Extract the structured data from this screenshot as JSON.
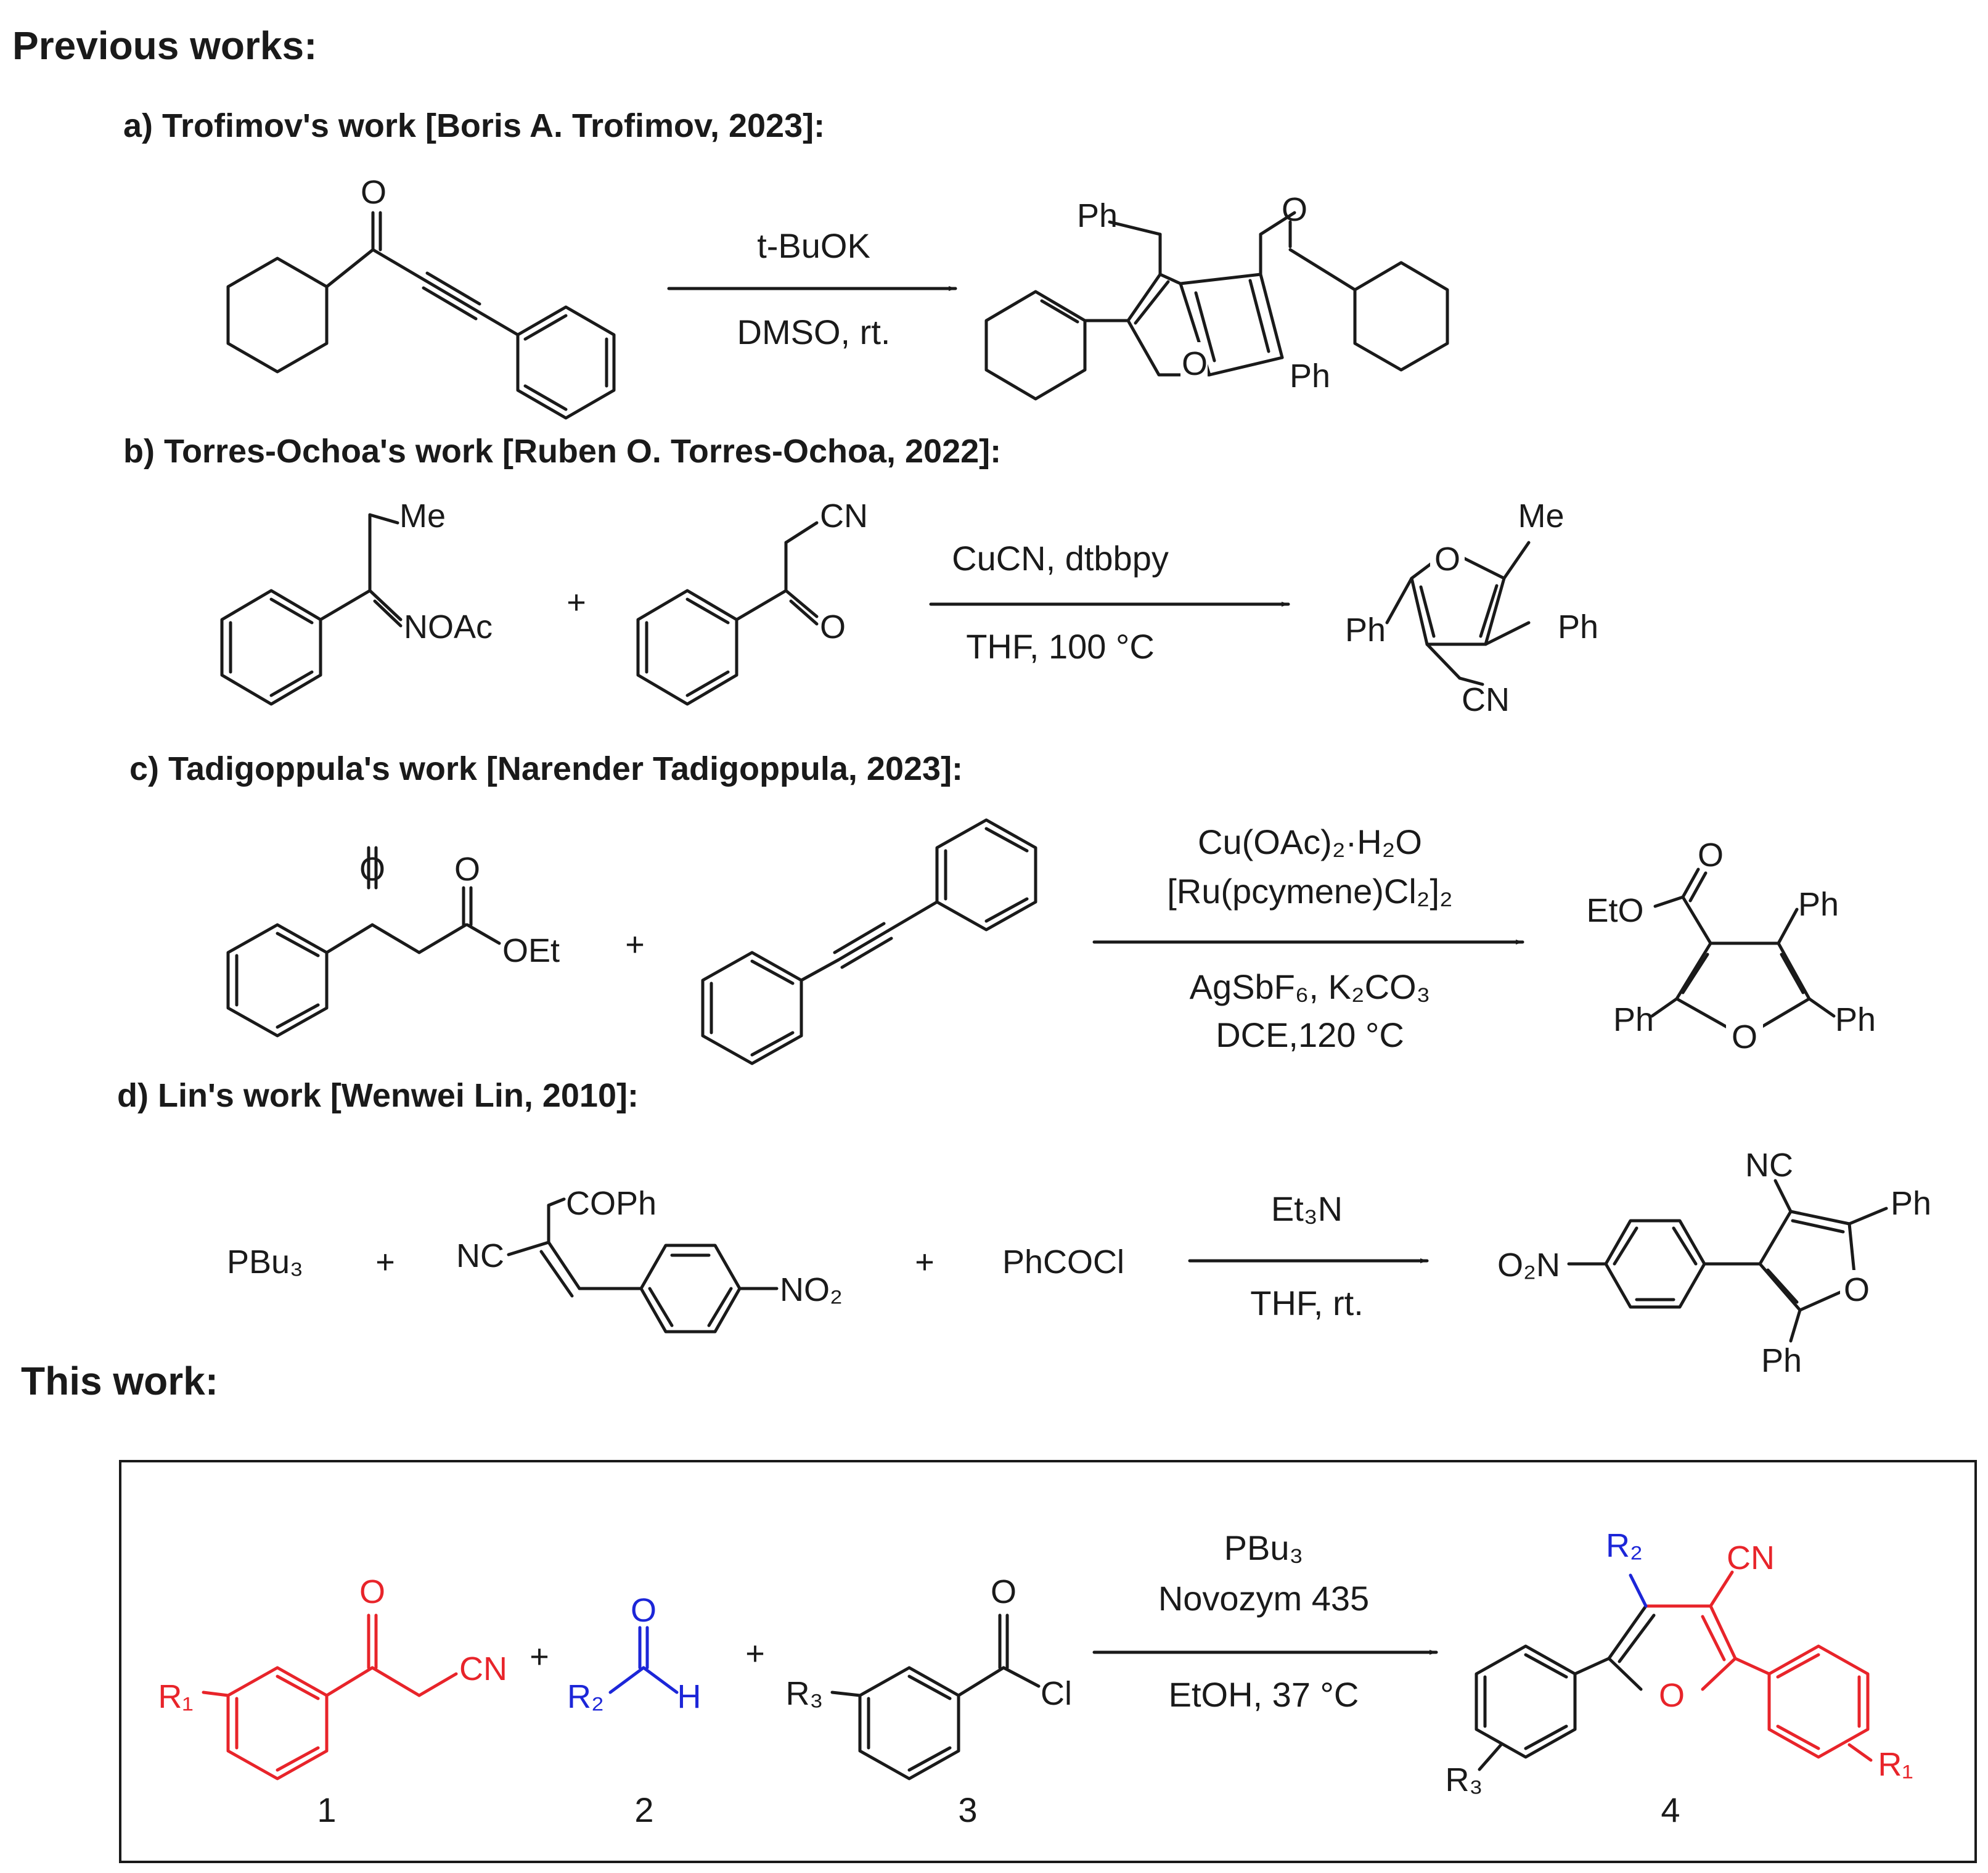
{
  "headings": {
    "previous": "Previous works:",
    "this_work": "This work:"
  },
  "reactions": [
    {
      "title": "a) Trofimov's work [Boris A. Trofimov, 2023]:",
      "conditions": [
        "t-BuOK",
        "DMSO, rt."
      ]
    },
    {
      "title": "b) Torres-Ochoa's work [Ruben O. Torres-Ochoa, 2022]:",
      "conditions": [
        "CuCN, dtbbpy",
        "THF, 100 °C"
      ]
    },
    {
      "title": "c) Tadigoppula's work [Narender Tadigoppula, 2023]:",
      "conditions": [
        "Cu(OAc)₂·H₂O",
        "[Ru(pcymene)Cl₂]₂",
        "AgSbF₆, K₂CO₃",
        "DCE,120 °C"
      ]
    },
    {
      "title": "d) Lin's work [Wenwei Lin, 2010]:",
      "conditions": [
        "Et₃N",
        "THF, rt."
      ]
    }
  ],
  "atoms": {
    "O": "O",
    "Ph": "Ph",
    "Me": "Me",
    "CN": "CN",
    "NC": "NC",
    "NOAc": "NOAc",
    "OEt": "OEt",
    "EtO": "EtO",
    "COPh": "COPh",
    "NO2": "NO₂",
    "O2N": "O₂N",
    "Cl": "Cl",
    "H": "H",
    "R1": "R₁",
    "R2": "R₂",
    "R3": "R₃"
  },
  "reagents_d": {
    "pbu3": "PBu₃",
    "phcocl": "PhCOCl"
  },
  "plus": "+",
  "this_work": {
    "conditions": [
      "PBu₃",
      "Novozym 435",
      "EtOH, 37 °C"
    ],
    "compound_labels": [
      "1",
      "2",
      "3",
      "4"
    ]
  },
  "colors": {
    "ink": "#1a1a1a",
    "red": "#e8242a",
    "blue": "#1c26d8"
  }
}
